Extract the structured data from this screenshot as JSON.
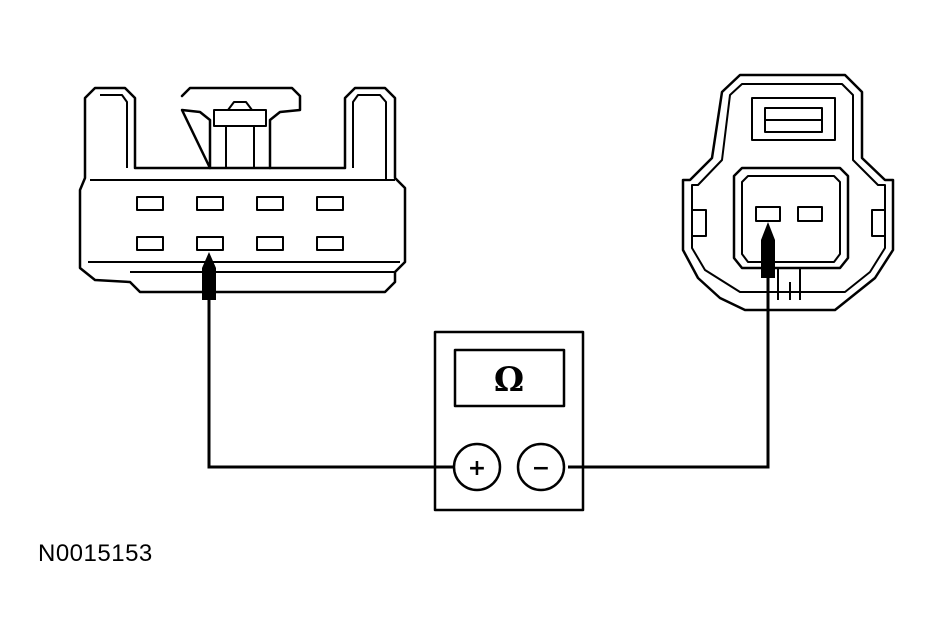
{
  "figure_id": "N0015153",
  "meter": {
    "display_symbol": "Ω",
    "positive_terminal": "+",
    "negative_terminal": "−"
  },
  "connectors": {
    "left": {
      "pin_rows": 2,
      "pins_per_row": 4
    },
    "right": {
      "pins": 2
    }
  },
  "colors": {
    "line": "#000000",
    "background": "#ffffff"
  }
}
